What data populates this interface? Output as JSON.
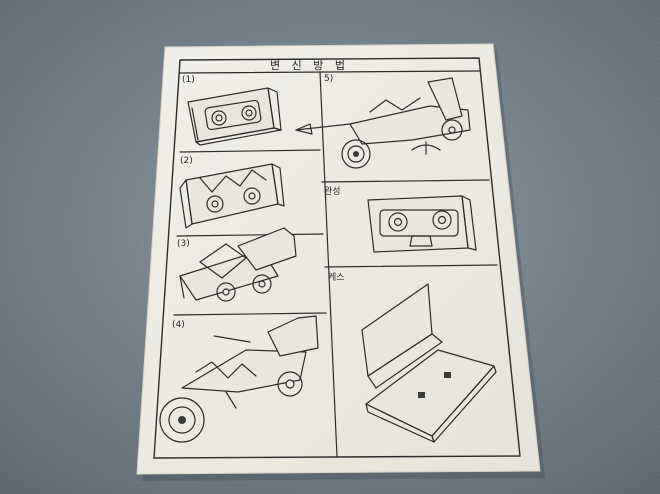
{
  "instruction_sheet": {
    "title": "변 신 방 법",
    "steps": [
      {
        "label": "(1)"
      },
      {
        "label": "(2)"
      },
      {
        "label": "(3)"
      },
      {
        "label": "(4)"
      },
      {
        "label": "5)"
      }
    ],
    "complete_label": "완성",
    "case_label": "케스"
  }
}
